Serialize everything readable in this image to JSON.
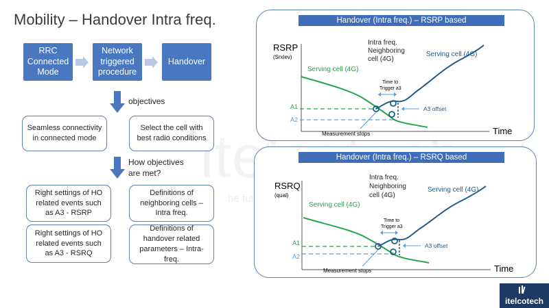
{
  "title": "Mobility – Handover Intra freq.",
  "flow": {
    "step1": "RRC\nConnected\nMode",
    "step2": "Network\ntriggered\nprocedure",
    "step3": "Handover"
  },
  "objectives_label": "objectives",
  "objectives": [
    "Seamless connectivity\nin connected mode",
    "Select the cell with\nbest radio conditions"
  ],
  "how_label": "How objectives\nare met?",
  "how": [
    "Right settings of HO\nrelated events such\nas A3 - RSRP",
    "Definitions of\nneighboring cells –\nIntra freq.",
    "Right settings of HO\nrelated events such\nas A3 - RSRQ",
    "Definitions of\nhandover related\nparameters – Intra-\nfreq."
  ],
  "watermark": {
    "main": "itelcotech",
    "sub": "be future ready"
  },
  "logo_text": "itelcotech",
  "colors": {
    "flow_blue": "#4a78c0",
    "panel_header": "#3f6db8",
    "serving_green": "#22a64a",
    "neighbor_blue": "#1f5c8b",
    "dashed_blue": "#5a9bd5"
  },
  "chart_data": [
    {
      "type": "line",
      "title": "Handover (Intra freq.) – RSRP based",
      "ylabel": "RSRP",
      "ylabel_sub": "(Srxlev)",
      "xlabel": "Time",
      "series": [
        {
          "name": "Serving cell (4G)",
          "color": "#22a64a"
        },
        {
          "name": "Serving cell (4G)",
          "color": "#1f5c8b"
        }
      ],
      "levels": [
        "A1",
        "A2"
      ],
      "annotations": {
        "neighbor": "Intra freq.\nNeighboring\ncell (4G)",
        "time_to_trigger": "Time to\nTrigger a3",
        "offset": "A3 offset",
        "measurement_stops": "Measurement stops"
      }
    },
    {
      "type": "line",
      "title": "Handover (Intra freq.) – RSRQ based",
      "ylabel": "RSRQ",
      "ylabel_sub": "(qual)",
      "xlabel": "Time",
      "series": [
        {
          "name": "Serving cell (4G)",
          "color": "#22a64a"
        },
        {
          "name": "Serving cell (4G)",
          "color": "#1f5c8b"
        }
      ],
      "levels": [
        "A1",
        "A2"
      ],
      "annotations": {
        "neighbor": "Intra freq.\nNeighboring\ncell (4G)",
        "time_to_trigger": "Time to\nTrigger a3",
        "offset": "A3 offset",
        "measurement_stops": "Measurement stops"
      }
    }
  ]
}
